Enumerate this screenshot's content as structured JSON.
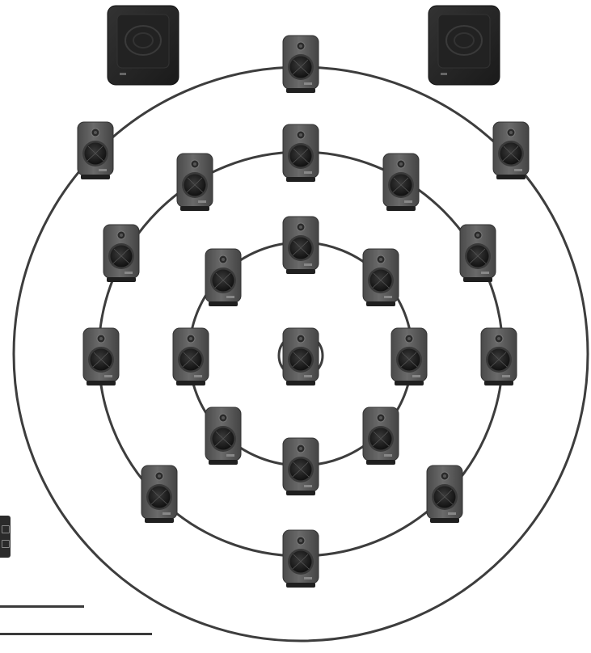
{
  "diagram": {
    "type": "concentric speaker layout",
    "colors": {
      "ring": "#3d3d3d",
      "speaker_body": "#5a5a5a",
      "speaker_edge": "#3a3a3a",
      "woofer": "#1c1c1c",
      "subwoofer": "#262626",
      "background": "#ffffff"
    },
    "rings": [
      {
        "name": "inner"
      },
      {
        "name": "middle"
      },
      {
        "name": "outer"
      }
    ],
    "subwoofers": [
      {
        "name": "subwoofer-left",
        "icon": "subwoofer-icon"
      },
      {
        "name": "subwoofer-right",
        "icon": "subwoofer-icon"
      }
    ],
    "speakers": [
      {
        "name": "speaker-center",
        "ring": "center",
        "icon": "speaker-icon"
      },
      {
        "name": "speaker-inner-top",
        "ring": "inner",
        "icon": "speaker-icon"
      },
      {
        "name": "speaker-inner-upper-right",
        "ring": "inner",
        "icon": "speaker-icon"
      },
      {
        "name": "speaker-inner-right",
        "ring": "inner",
        "icon": "speaker-icon"
      },
      {
        "name": "speaker-inner-lower-right",
        "ring": "inner",
        "icon": "speaker-icon"
      },
      {
        "name": "speaker-inner-bottom",
        "ring": "inner",
        "icon": "speaker-icon"
      },
      {
        "name": "speaker-inner-lower-left",
        "ring": "inner",
        "icon": "speaker-icon"
      },
      {
        "name": "speaker-inner-left",
        "ring": "inner",
        "icon": "speaker-icon"
      },
      {
        "name": "speaker-inner-upper-left",
        "ring": "inner",
        "icon": "speaker-icon"
      },
      {
        "name": "speaker-middle-top",
        "ring": "middle",
        "icon": "speaker-icon"
      },
      {
        "name": "speaker-middle-upper-right",
        "ring": "middle",
        "icon": "speaker-icon"
      },
      {
        "name": "speaker-middle-right-high",
        "ring": "middle",
        "icon": "speaker-icon"
      },
      {
        "name": "speaker-middle-right",
        "ring": "middle",
        "icon": "speaker-icon"
      },
      {
        "name": "speaker-middle-lower-right",
        "ring": "middle",
        "icon": "speaker-icon"
      },
      {
        "name": "speaker-middle-bottom",
        "ring": "middle",
        "icon": "speaker-icon"
      },
      {
        "name": "speaker-middle-lower-left",
        "ring": "middle",
        "icon": "speaker-icon"
      },
      {
        "name": "speaker-middle-left",
        "ring": "middle",
        "icon": "speaker-icon"
      },
      {
        "name": "speaker-middle-left-high",
        "ring": "middle",
        "icon": "speaker-icon"
      },
      {
        "name": "speaker-middle-upper-left",
        "ring": "middle",
        "icon": "speaker-icon"
      },
      {
        "name": "speaker-outer-top",
        "ring": "outer",
        "icon": "speaker-icon"
      },
      {
        "name": "speaker-outer-upper-right",
        "ring": "outer",
        "icon": "speaker-icon"
      },
      {
        "name": "speaker-outer-upper-left",
        "ring": "outer",
        "icon": "speaker-icon"
      }
    ]
  }
}
